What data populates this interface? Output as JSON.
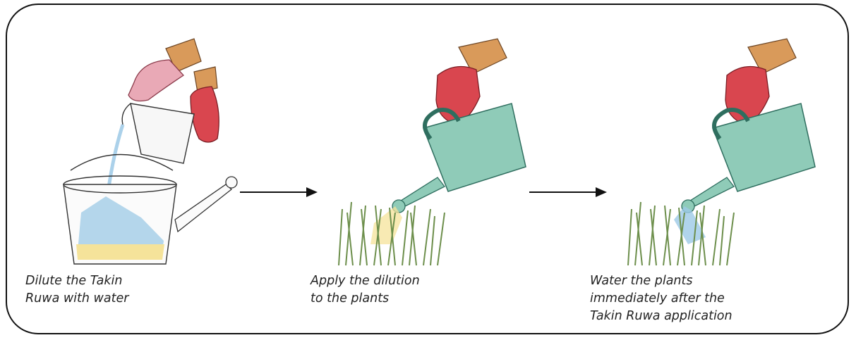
{
  "steps": [
    {
      "caption": "Dilute the Takin\nRuwa with water"
    },
    {
      "caption": "Apply the dilution\nto the plants"
    },
    {
      "caption": "Water the plants\nimmediately after the\nTakin Ruwa application"
    }
  ],
  "colors": {
    "border": "#111111",
    "glove": "#d9464f",
    "glove_pink": "#e9a9b6",
    "skin": "#d99a5a",
    "can": "#8fcbb8",
    "can_outline": "#2f6e5f",
    "water": "#9cc9e6",
    "solution": "#f5e39a",
    "grass": "#6d8f4c"
  }
}
